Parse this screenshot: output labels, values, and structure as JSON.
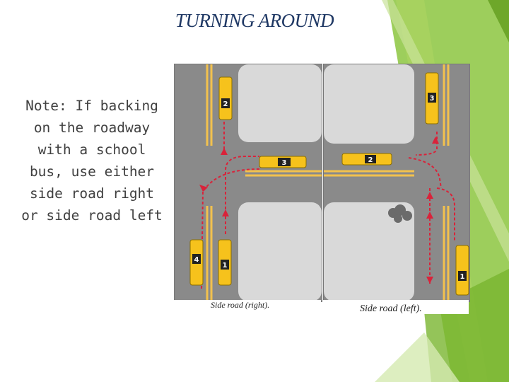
{
  "slide": {
    "title": "TURNING AROUND",
    "note": "Note: If backing on the roadway with a school bus, use either side road right or side road left"
  },
  "diagram": {
    "panels": [
      {
        "caption": "Side road (right).",
        "buses": [
          {
            "number": "2"
          },
          {
            "number": "3"
          },
          {
            "number": "4"
          },
          {
            "number": "1"
          }
        ]
      },
      {
        "caption": "Side road (left).",
        "buses": [
          {
            "number": "3"
          },
          {
            "number": "2"
          },
          {
            "number": "1"
          }
        ]
      }
    ]
  },
  "colors": {
    "title": "#1f3864",
    "accent_green": "#8cc63f",
    "road": "#8a8a8a",
    "curb": "#d9d9d9",
    "lane_line": "#f2c14e",
    "bus": "#f6c21c",
    "path": "#d9233a"
  }
}
